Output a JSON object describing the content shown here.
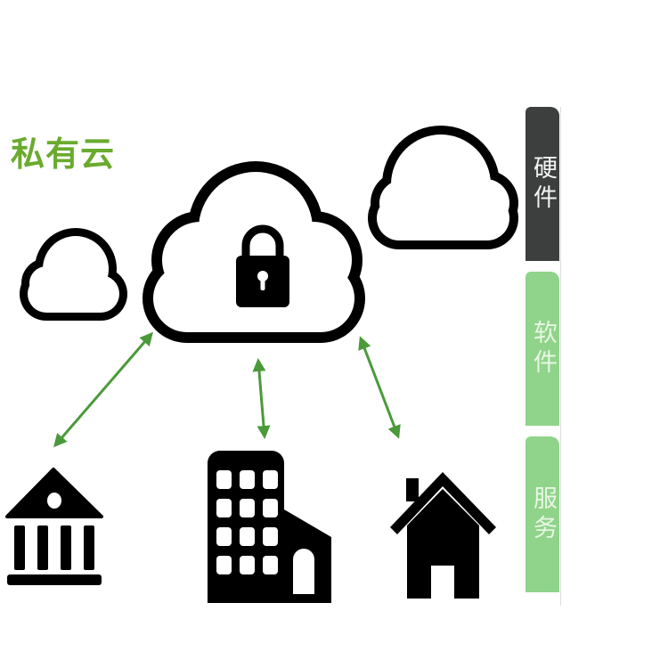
{
  "title": "私有云",
  "tabs": [
    {
      "label": "硬件",
      "color": "#3d3f3f"
    },
    {
      "label": "软件",
      "color": "#8fd48a"
    },
    {
      "label": "服务",
      "color": "#8fd48a"
    }
  ],
  "accent_color": "#4a9a3a",
  "icons": [
    "cloud-icon",
    "lock-icon",
    "bank-icon",
    "office-building-icon",
    "house-icon"
  ]
}
